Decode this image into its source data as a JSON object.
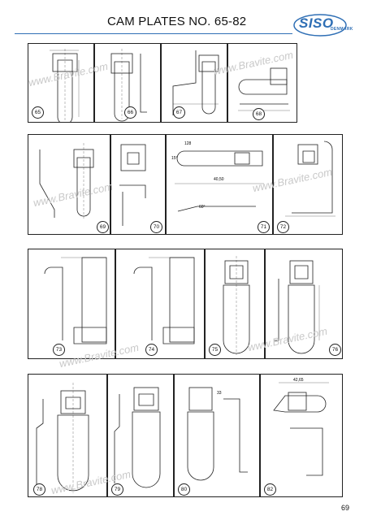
{
  "header": {
    "title": "CAM PLATES NO. 65-82",
    "logo_text": "SISO",
    "logo_subtext": "DENMARK",
    "accent_color": "#2f6fb5"
  },
  "watermarks": [
    "www.Bravite.com",
    "www.Bravite.com",
    "www.Bravite.com",
    "www.Bravite.com",
    "www.Bravite.com",
    "www.Bravite.com",
    "www.Bravite.com"
  ],
  "panels": [
    {
      "number": "65"
    },
    {
      "number": "66"
    },
    {
      "number": "67"
    },
    {
      "number": "68"
    },
    {
      "number": "69"
    },
    {
      "number": "70"
    },
    {
      "number": "71"
    },
    {
      "number": "72"
    },
    {
      "number": "73"
    },
    {
      "number": "74"
    },
    {
      "number": "75"
    },
    {
      "number": "76"
    },
    {
      "number": "78"
    },
    {
      "number": "79"
    },
    {
      "number": "80"
    },
    {
      "number": "82"
    }
  ],
  "dimension_labels": {
    "p71_a": "128",
    "p71_b": "15°",
    "p71_c": "40,50",
    "p71_d": "60°",
    "p80_a": "33",
    "p82_a": "42,65"
  },
  "footer": {
    "page_number": "69"
  }
}
